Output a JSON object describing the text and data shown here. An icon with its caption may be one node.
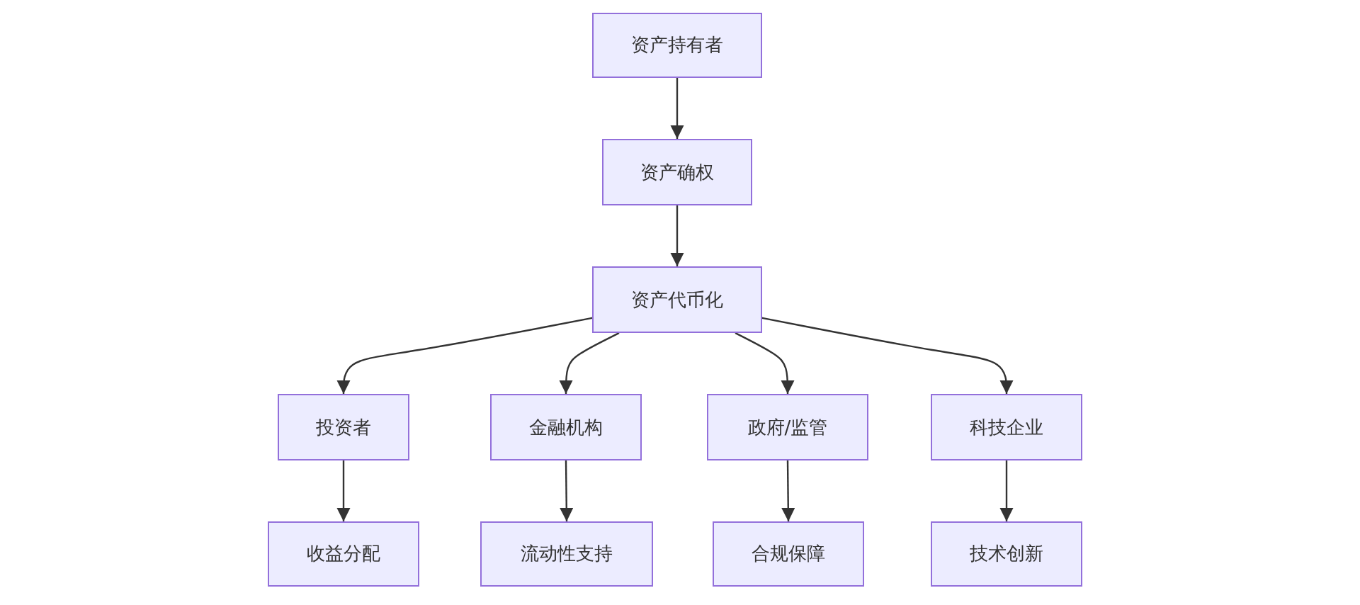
{
  "diagram": {
    "nodes": [
      {
        "text": [
          "资产持有者"
        ]
      },
      {
        "text": [
          "资产确权"
        ]
      },
      {
        "text": [
          "资产代币化"
        ]
      },
      {
        "text": [
          "投资者"
        ]
      },
      {
        "text": [
          "金融机构"
        ]
      },
      {
        "text": [
          "政府/监管"
        ]
      },
      {
        "text": [
          "科技企业"
        ]
      },
      {
        "text": [
          "收益分配"
        ]
      },
      {
        "text": [
          "流动性支持"
        ]
      },
      {
        "text": [
          "合规保障"
        ]
      },
      {
        "text": [
          "技术创新"
        ]
      }
    ],
    "edges": [
      {
        "from": 0,
        "to": 1,
        "arrow": "to"
      },
      {
        "from": 1,
        "to": 2,
        "arrow": "to"
      },
      {
        "from": 2,
        "to": 3,
        "arrow": "to"
      },
      {
        "from": 2,
        "to": 4,
        "arrow": "to"
      },
      {
        "from": 2,
        "to": 5,
        "arrow": "to"
      },
      {
        "from": 2,
        "to": 6,
        "arrow": "to"
      },
      {
        "from": 3,
        "to": 7,
        "arrow": "to"
      },
      {
        "from": 4,
        "to": 8,
        "arrow": "to"
      },
      {
        "from": 5,
        "to": 9,
        "arrow": "to"
      },
      {
        "from": 6,
        "to": 10,
        "arrow": "to"
      }
    ]
  }
}
